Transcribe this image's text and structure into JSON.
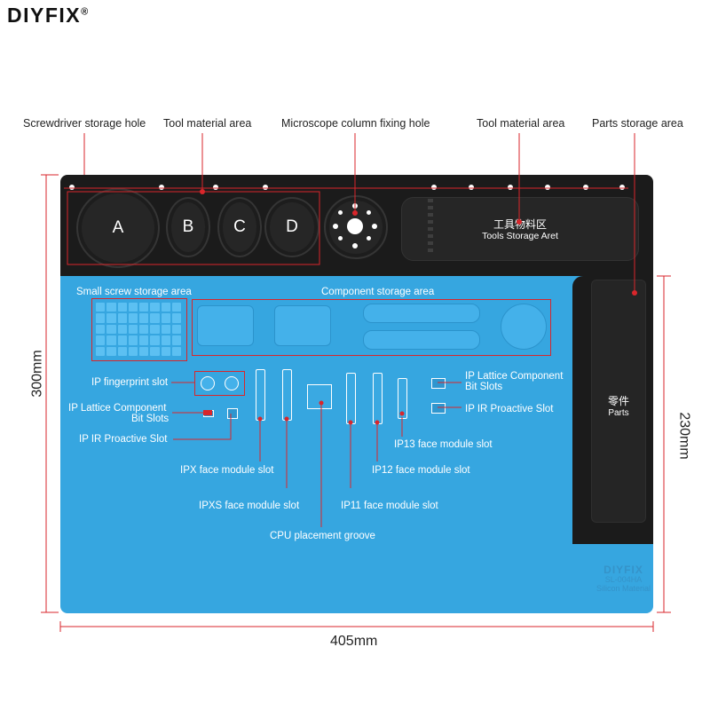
{
  "brand": {
    "name": "DIYFIX",
    "mark": "®"
  },
  "top_labels": {
    "screwdriver_hole": "Screwdriver storage hole",
    "tool_area_1": "Tool material area",
    "microscope_hole": "Microscope column fixing hole",
    "tool_area_2": "Tool material area",
    "parts_area": "Parts storage area"
  },
  "wells": {
    "a": "A",
    "b": "B",
    "c": "C",
    "d": "D"
  },
  "tools_storage": {
    "cn": "工具物料区",
    "en": "Tools Storage Aret"
  },
  "parts_pocket": {
    "cn": "零件",
    "en": "Parts"
  },
  "areas": {
    "small_screw": "Small screw storage area",
    "component": "Component storage area"
  },
  "slots": {
    "fingerprint": "IP fingerprint slot",
    "lattice_left_1": "IP Lattice Component",
    "lattice_left_2": "Bit Slots",
    "ir_left": "IP IR Proactive Slot",
    "ipx": "IPX face module slot",
    "ipxs": "IPXS face module slot",
    "cpu": "CPU placement groove",
    "ip11": "IP11 face module slot",
    "ip12": "IP12 face module slot",
    "ip13": "IP13 face module slot",
    "lattice_right_1": "IP Lattice Component",
    "lattice_right_2": "Bit Slots",
    "ir_right": "IP IR Proactive Slot"
  },
  "dimensions": {
    "height": "300mm",
    "width": "405mm",
    "right_height": "230mm"
  },
  "mat_logo": {
    "line1": "DIYFIX",
    "line2": "SL-004HA",
    "line3": "Silicon Material"
  },
  "colors": {
    "blue_mat": "#36a6e0",
    "black_mat": "#1b1b1b",
    "callout_red": "#d9262b"
  }
}
